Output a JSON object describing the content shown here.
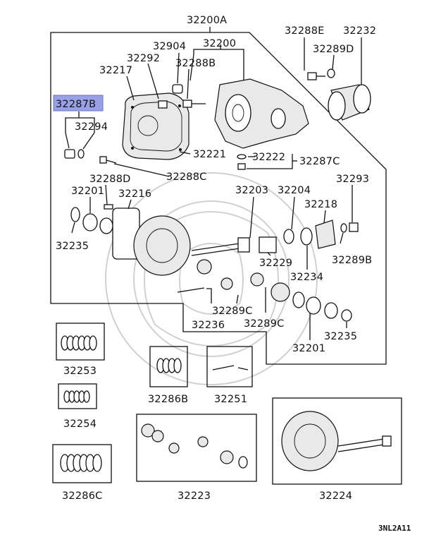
{
  "labels": {
    "p32200A": "32200A",
    "p32288E": "32288E",
    "p32232": "32232",
    "p32904": "32904",
    "p32200": "32200",
    "p32289D": "32289D",
    "p32292": "32292",
    "p32217": "32217",
    "p32288B": "32288B",
    "p32287B": "32287B",
    "p32294": "32294",
    "p32221": "32221",
    "p32222": "32222",
    "p32287C": "32287C",
    "p32288C": "32288C",
    "p32288D": "32288D",
    "p32203": "32203",
    "p32204": "32204",
    "p32293": "32293",
    "p32201_a": "32201",
    "p32216": "32216",
    "p32218": "32218",
    "p32235_a": "32235",
    "p32229": "32229",
    "p32289B": "32289B",
    "p32234": "32234",
    "p32289C_a": "32289C",
    "p32236": "32236",
    "p32289C_b": "32289C",
    "p32235_b": "32235",
    "p32201_b": "32201",
    "p32253": "32253",
    "p32286B": "32286B",
    "p32251": "32251",
    "p32254": "32254",
    "p32286C": "32286C",
    "p32223": "32223",
    "p32224": "32224"
  },
  "diagram_code": "3NL2A11",
  "highlight_color": "#9aa0e6"
}
